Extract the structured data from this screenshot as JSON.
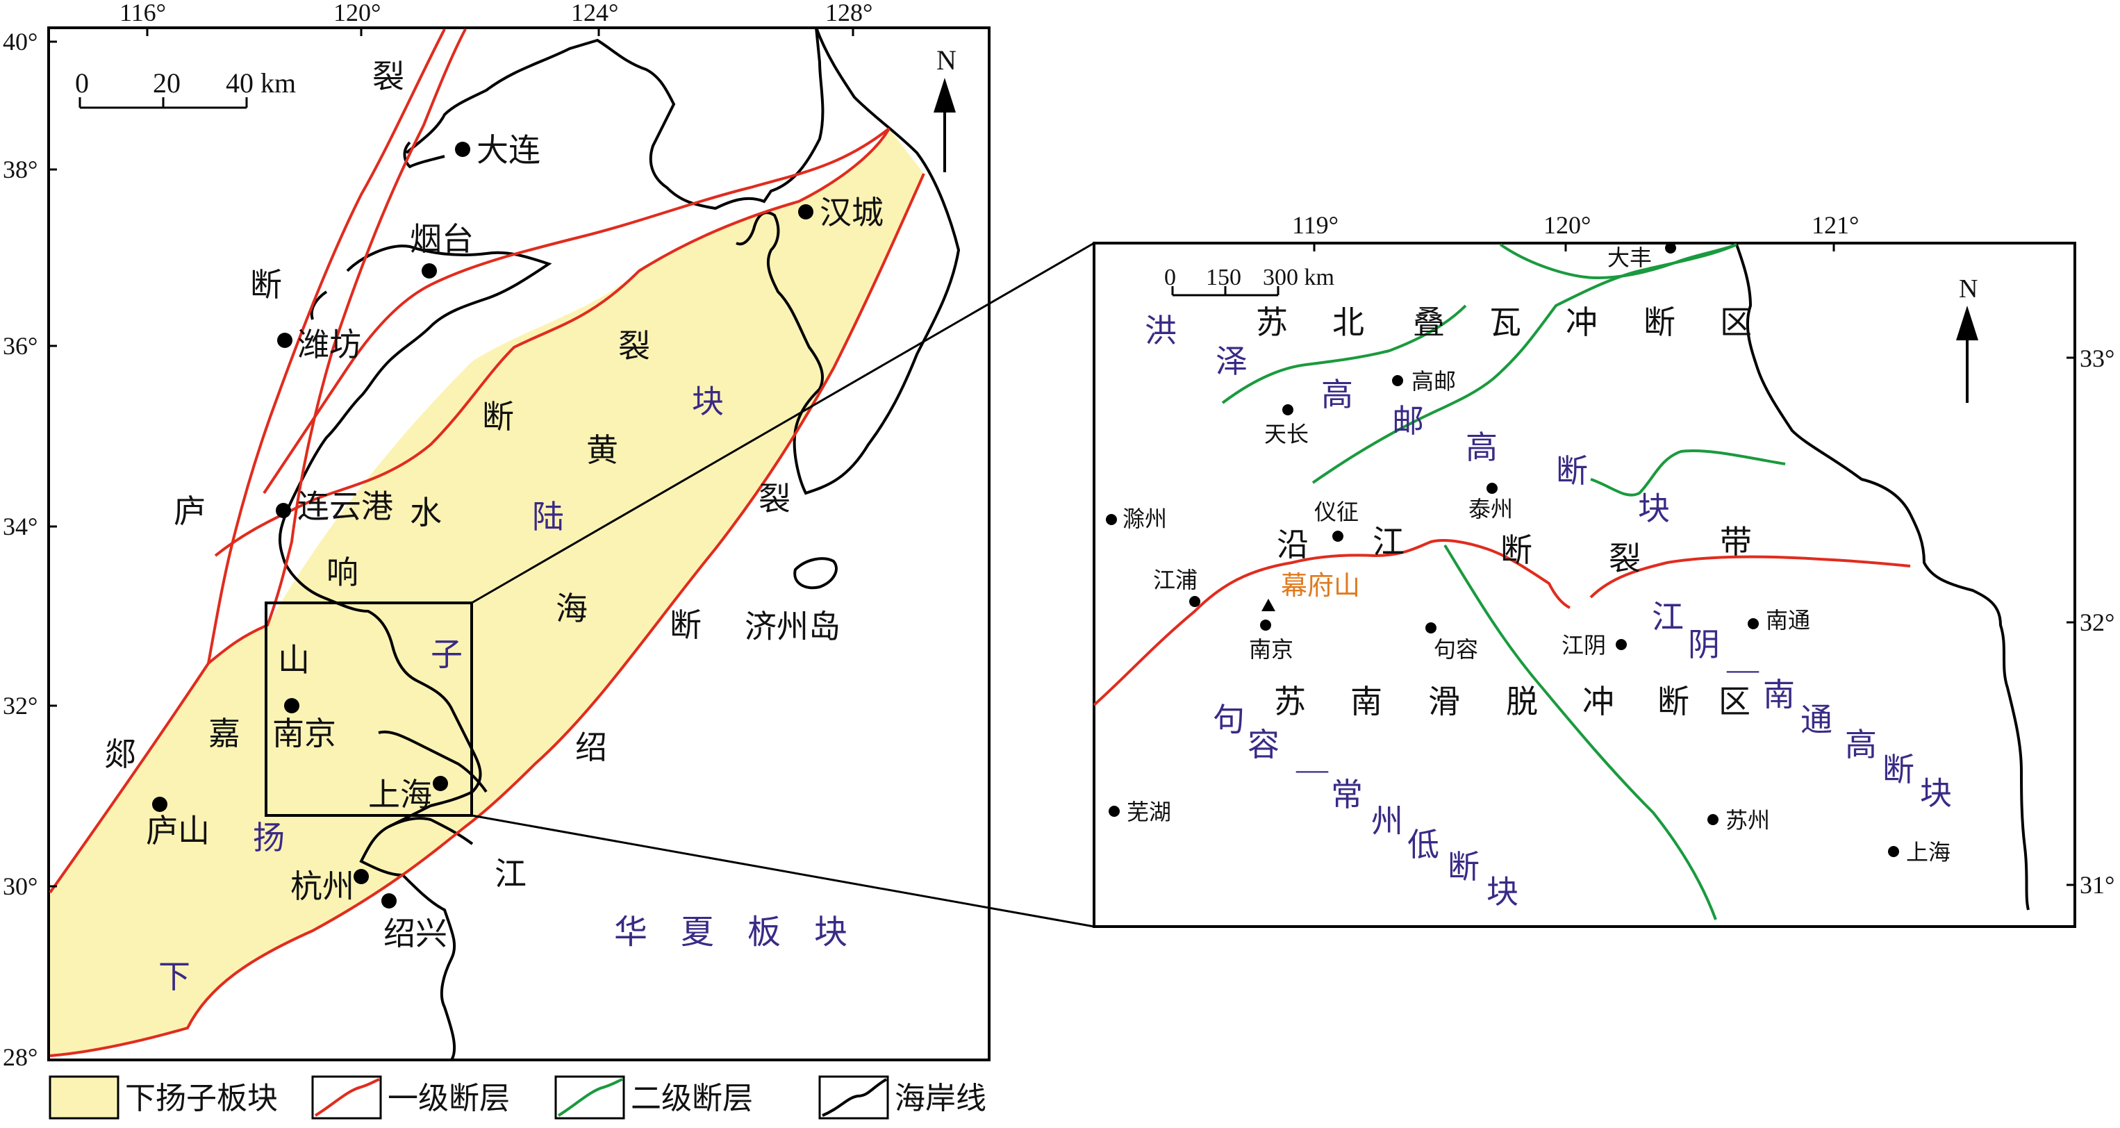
{
  "left_map": {
    "lat_ticks": [
      "40°",
      "38°",
      "36°",
      "34°",
      "32°",
      "30°",
      "28°"
    ],
    "lon_ticks": [
      "116°",
      "120°",
      "124°",
      "128°"
    ],
    "scale": {
      "labels": [
        "0",
        "20",
        "40 km"
      ]
    },
    "north": "N",
    "cities": [
      {
        "key": "dalian",
        "name": "大连"
      },
      {
        "key": "yantai",
        "name": "烟台"
      },
      {
        "key": "weifang",
        "name": "潍坊"
      },
      {
        "key": "lianyungang",
        "name": "连云港"
      },
      {
        "key": "nanjing",
        "name": "南京"
      },
      {
        "key": "shanghai",
        "name": "上海"
      },
      {
        "key": "lushan",
        "name": "庐山"
      },
      {
        "key": "hangzhou",
        "name": "杭州"
      },
      {
        "key": "shaoxing",
        "name": "绍兴"
      },
      {
        "key": "hancheng",
        "name": "汉城"
      },
      {
        "key": "jeju",
        "name": "济州岛"
      }
    ],
    "region_chars": {
      "tanlu": [
        "郯",
        "庐",
        "断",
        "裂"
      ],
      "shuixiang": [
        "水",
        "响"
      ],
      "jiangshao": [
        "江",
        "绍",
        "断",
        "裂"
      ],
      "huanghai": [
        "黄",
        "海"
      ],
      "yangzi_block": [
        "下",
        "扬",
        "子",
        "陆",
        "块"
      ],
      "jiashan": [
        "嘉",
        "山"
      ],
      "huaxia": "华　夏　板　块",
      "lu_fault": [
        "断",
        "裂"
      ]
    }
  },
  "right_map": {
    "lon_ticks": [
      "119°",
      "120°",
      "121°"
    ],
    "lat_ticks": [
      "33°",
      "32°",
      "31°"
    ],
    "scale": {
      "labels": [
        "0",
        "150",
        "300 km"
      ]
    },
    "north": "N",
    "cities": [
      {
        "key": "dafeng",
        "name": "大丰"
      },
      {
        "key": "gaoyou",
        "name": "高邮"
      },
      {
        "key": "tianchang",
        "name": "天长"
      },
      {
        "key": "chuzhou",
        "name": "滁州"
      },
      {
        "key": "yizheng",
        "name": "仪征"
      },
      {
        "key": "taizhou",
        "name": "泰州"
      },
      {
        "key": "jiangpu",
        "name": "江浦"
      },
      {
        "key": "nanjing",
        "name": "南京"
      },
      {
        "key": "jurong",
        "name": "句容"
      },
      {
        "key": "jiangyin",
        "name": "江阴"
      },
      {
        "key": "nantong",
        "name": "南通"
      },
      {
        "key": "wuhu",
        "name": "芜湖"
      },
      {
        "key": "suzhou",
        "name": "苏州"
      },
      {
        "key": "shanghai",
        "name": "上海"
      }
    ],
    "mufu": "幕府山",
    "zones": {
      "subei": [
        "苏",
        "北",
        "叠",
        "瓦",
        "冲",
        "断",
        "区"
      ],
      "yanjiang": [
        "沿",
        "江",
        "断",
        "裂",
        "带"
      ],
      "sunan": [
        "苏",
        "南",
        "滑",
        "脱",
        "冲",
        "断",
        "区"
      ],
      "hongze": [
        "洪",
        "泽",
        "高"
      ],
      "gaoyou": [
        "邮",
        "高"
      ],
      "duankuai1": [
        "断",
        "块"
      ],
      "jurong_chars": [
        "句",
        "容",
        "—",
        "常",
        "州",
        "低",
        "断",
        "块"
      ],
      "jiangyin_chars": [
        "江",
        "阴",
        "—",
        "南",
        "通",
        "高",
        "断",
        "块"
      ]
    }
  },
  "legend": [
    {
      "key": "block",
      "label": "下扬子板块",
      "color": "#fbf3b4"
    },
    {
      "key": "fault1",
      "label": "一级断层",
      "color": "#e02c1e"
    },
    {
      "key": "fault2",
      "label": "二级断层",
      "color": "#1a9a3e"
    },
    {
      "key": "coast",
      "label": "海岸线",
      "color": "#000000"
    }
  ],
  "colors": {
    "block_fill": "#fbf3b4",
    "fault1": "#e02c1e",
    "fault2": "#1a9a3e",
    "coast": "#000000",
    "label_purple": "#3a2a86",
    "label_orange": "#e07a1e"
  }
}
